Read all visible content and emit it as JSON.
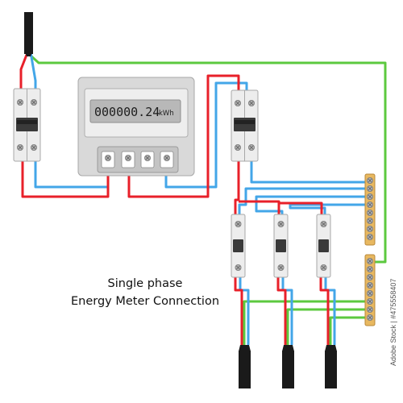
{
  "caption": {
    "line1": "Single phase",
    "line2": "Energy Meter Connection"
  },
  "meter": {
    "reading": "000000.24",
    "unit": "kWh"
  },
  "stock_id": "Adobe Stock | #475558407",
  "colors": {
    "phase_wire": "#e8202a",
    "neutral_wire": "#43a6e8",
    "earth_wire": "#5cc93f",
    "cable_black": "#1a1a1a",
    "meter_body": "#d9d9d9",
    "lcd_screen": "#b8b8b8",
    "breaker_body": "#ededed",
    "busbar": "#e8b860"
  }
}
